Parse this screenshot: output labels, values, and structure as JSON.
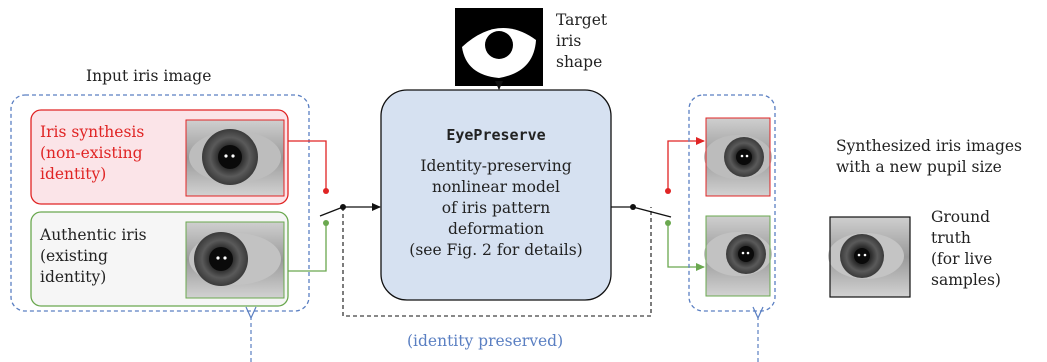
{
  "input_title": "Input iris image",
  "synthesis_label": "Iris synthesis\n(non-existing\nidentity)",
  "authentic_label": "Authentic iris\n(existing\nidentity)",
  "target_label": "Target\niris\nshape",
  "model_title": "EyePreserve",
  "model_desc": "Identity-preserving\nnonlinear model\nof iris pattern\ndeformation\n(see Fig. 2 for details)",
  "identity_note": "(identity preserved)",
  "output_label": "Synthesized iris images\nwith a new pupil size",
  "ground_truth_label": "Ground\ntruth\n(for live\nsamples)",
  "colors": {
    "red": "#e02424",
    "green": "#6aa84f",
    "blue_dashed": "#5a7fc2",
    "model_fill": "#d6e1f1",
    "synthesis_fill": "#fbe4e8",
    "authentic_fill": "#f6f6f6"
  }
}
